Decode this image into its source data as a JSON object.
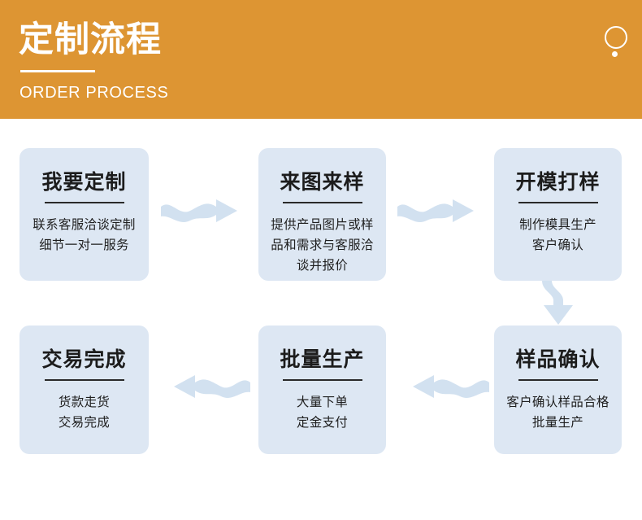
{
  "header": {
    "title": "定制流程",
    "subtitle": "ORDER PROCESS",
    "background_color": "#dd9533",
    "text_color": "#ffffff",
    "decorations": [
      "circle-outline",
      "dot"
    ]
  },
  "theme": {
    "card_background": "#dde7f3",
    "card_text_color": "#1c1c1c",
    "arrow_color": "#d2e1f0",
    "page_background": "#ffffff"
  },
  "flow": {
    "steps": [
      {
        "index": 1,
        "title": "我要定制",
        "lines": [
          "联系客服洽谈定制",
          "细节一对一服务"
        ]
      },
      {
        "index": 2,
        "title": "来图来样",
        "lines": [
          "提供产品图片或样",
          "品和需求与客服洽",
          "谈并报价"
        ]
      },
      {
        "index": 3,
        "title": "开模打样",
        "lines": [
          "制作模具生产",
          "客户确认"
        ]
      },
      {
        "index": 4,
        "title": "样品确认",
        "lines": [
          "客户确认样品合格",
          "批量生产"
        ]
      },
      {
        "index": 5,
        "title": "批量生产",
        "lines": [
          "大量下单",
          "定金支付"
        ]
      },
      {
        "index": 6,
        "title": "交易完成",
        "lines": [
          "货款走货",
          "交易完成"
        ]
      }
    ],
    "connectors": [
      {
        "name": "step1-to-step2",
        "direction": "right"
      },
      {
        "name": "step2-to-step3",
        "direction": "right"
      },
      {
        "name": "step3-to-step4",
        "direction": "down"
      },
      {
        "name": "step4-to-step5",
        "direction": "left"
      },
      {
        "name": "step5-to-step6",
        "direction": "left"
      }
    ]
  }
}
